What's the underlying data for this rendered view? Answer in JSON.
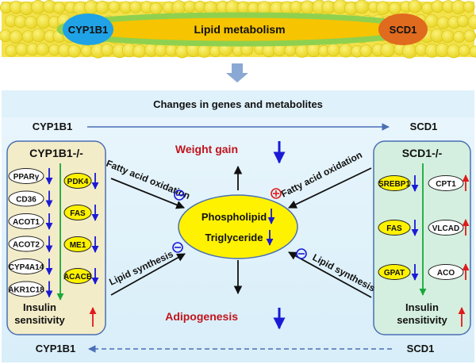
{
  "top_banner": {
    "title": "Lipid metabolism",
    "left_gene": "CYP1B1",
    "right_gene": "SCD1"
  },
  "header": {
    "title": "Changes in genes and metabolites"
  },
  "direction_top": {
    "left": "CYP1B1",
    "right": "SCD1"
  },
  "direction_bottom": {
    "left": "CYP1B1",
    "right": "SCD1"
  },
  "left_panel": {
    "title": "CYP1B1-/-",
    "white_genes": [
      "PPARγ",
      "CD36",
      "ACOT1",
      "ACOT2",
      "CYP4A14",
      "AKR1C18"
    ],
    "yellow_genes": [
      "PDK4",
      "FAS",
      "ME1",
      "ACACB"
    ],
    "footer": [
      "Insulin",
      "sensitivity"
    ]
  },
  "right_panel": {
    "title": "SCD1-/-",
    "yellow_genes": [
      "SREBP1",
      "FAS",
      "GPAT"
    ],
    "white_genes": [
      "CPT1",
      "VLCAD",
      "ACO"
    ],
    "footer": [
      "Insulin",
      "sensitivity"
    ]
  },
  "center": {
    "weight_gain": "Weight gain",
    "adipogenesis": "Adipogenesis",
    "lipids": [
      "Phospholipid",
      "Triglyceride"
    ]
  },
  "pathways": {
    "left_top": "Fatty acid oxidation",
    "left_bottom": "Lipid synthesis",
    "right_top": "Fatty acid oxidation",
    "right_bottom": "Lipid synthesis"
  },
  "colors": {
    "cyp1b1_node": "#1fa2e6",
    "scd1_node": "#e06a1e",
    "banner_fill": "#f6c400",
    "banner_border": "#8fd14f",
    "down_arrow": "#1a1ad6",
    "up_arrow": "#e01b1b",
    "signal_green": "#18a83c",
    "highlight_red": "#c0141c"
  }
}
